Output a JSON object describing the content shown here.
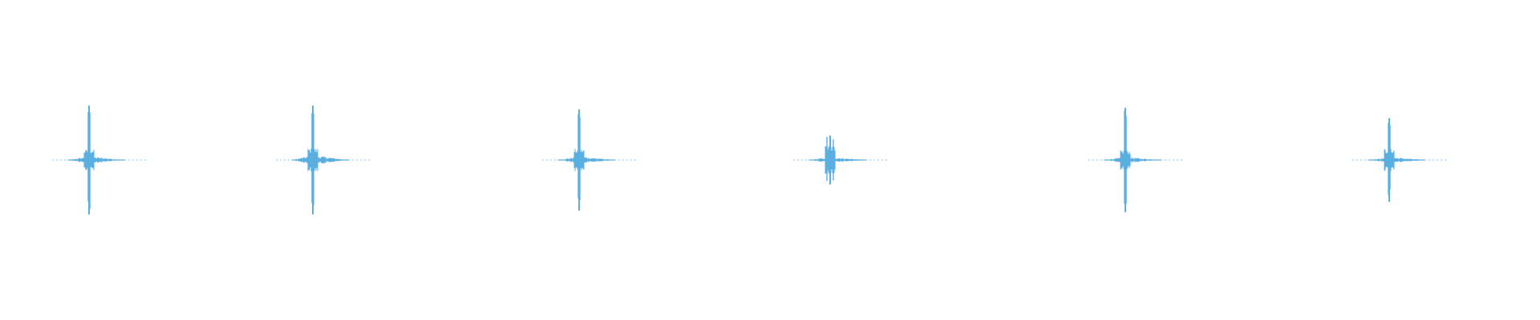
{
  "waveform": {
    "color": "#5aaee0",
    "background": "#ffffff",
    "bursts": [
      {
        "peak_up": 1.0,
        "peak_down": 1.0,
        "body": 0.16,
        "tail": 0.06
      },
      {
        "peak_up": 1.0,
        "peak_down": 1.0,
        "body": 0.18,
        "tail": 0.08
      },
      {
        "peak_up": 0.93,
        "peak_down": 0.93,
        "body": 0.17,
        "tail": 0.06
      },
      {
        "peak_up": 0.45,
        "peak_down": 0.45,
        "body": 0.22,
        "tail": 0.05
      },
      {
        "peak_up": 0.96,
        "peak_down": 0.96,
        "body": 0.15,
        "tail": 0.05
      },
      {
        "peak_up": 0.77,
        "peak_down": 0.77,
        "body": 0.17,
        "tail": 0.05
      }
    ]
  }
}
